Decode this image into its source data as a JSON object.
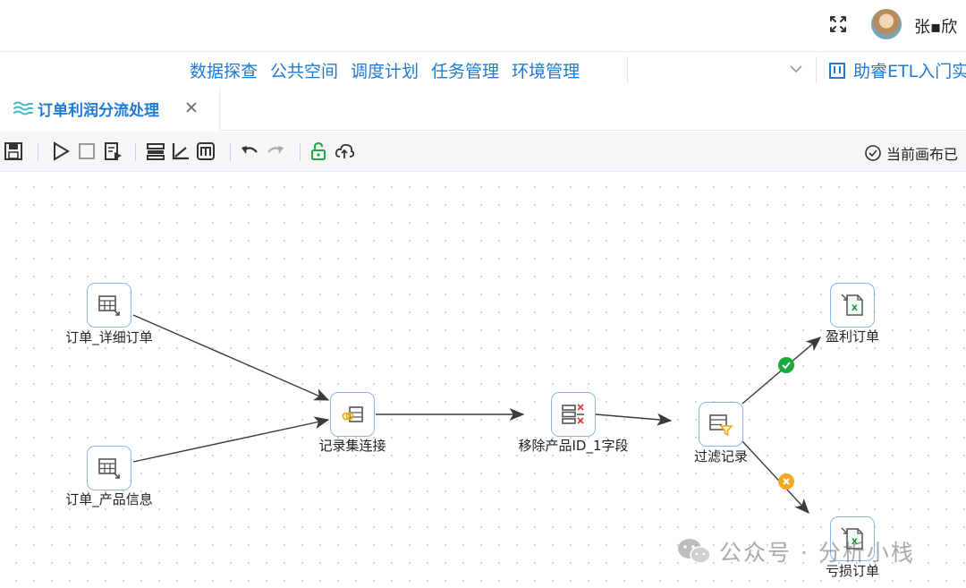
{
  "header": {
    "username": "张▪欣"
  },
  "nav": {
    "items": [
      {
        "label": "数据探查"
      },
      {
        "label": "公共空间"
      },
      {
        "label": "调度计划"
      },
      {
        "label": "任务管理"
      },
      {
        "label": "环境管理"
      }
    ],
    "help_label": "助睿ETL入门实"
  },
  "tab": {
    "label": "订单利润分流处理"
  },
  "toolbar": {
    "canvas_status": "当前画布已"
  },
  "flow": {
    "nodes": [
      {
        "id": "n1",
        "label": "订单_详细订单",
        "icon": "table-input-icon"
      },
      {
        "id": "n2",
        "label": "订单_产品信息",
        "icon": "table-input-icon"
      },
      {
        "id": "n3",
        "label": "记录集连接",
        "icon": "record-join-icon"
      },
      {
        "id": "n4",
        "label": "移除产品ID_1字段",
        "icon": "remove-field-icon"
      },
      {
        "id": "n5",
        "label": "过滤记录",
        "icon": "filter-icon"
      },
      {
        "id": "n6",
        "label": "盈利订单",
        "icon": "excel-output-icon"
      },
      {
        "id": "n7",
        "label": "亏损订单",
        "icon": "excel-output-icon"
      }
    ],
    "edges": [
      {
        "from": "n1",
        "to": "n3"
      },
      {
        "from": "n2",
        "to": "n3"
      },
      {
        "from": "n3",
        "to": "n4"
      },
      {
        "from": "n4",
        "to": "n5"
      },
      {
        "from": "n5",
        "to": "n6",
        "status": "true"
      },
      {
        "from": "n5",
        "to": "n7",
        "status": "false"
      }
    ],
    "colors": {
      "success": "#1aab3a",
      "failure": "#f5a623",
      "edge": "#3b3b3b",
      "node_border": "#8ab6ec"
    }
  },
  "watermark": {
    "text": "公众号 · 分析小栈"
  }
}
